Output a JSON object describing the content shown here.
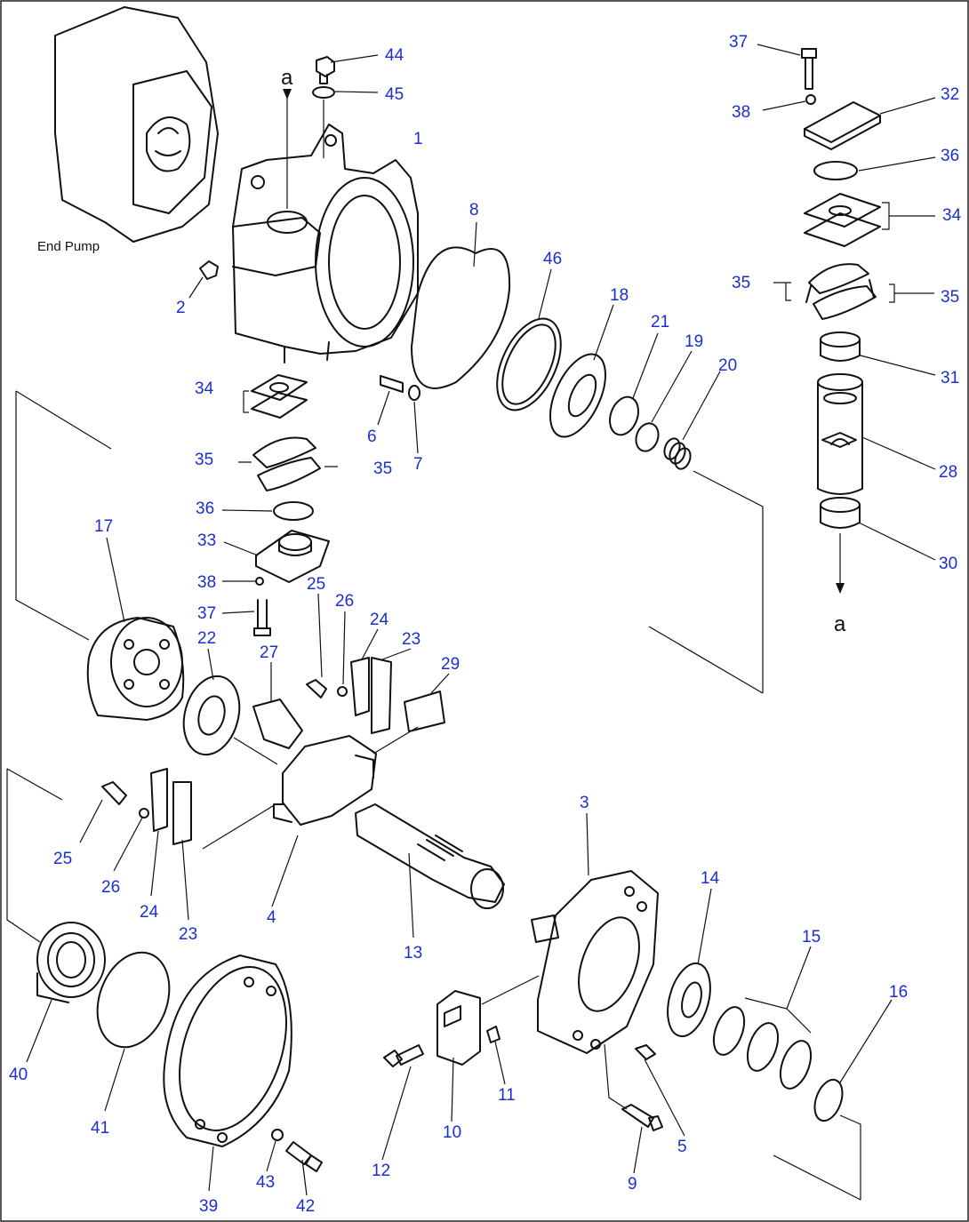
{
  "background_label": "End Pump",
  "section_marker": "a",
  "colors": {
    "callout": "#1a2fd0",
    "line": "#111111",
    "background": "#ffffff"
  },
  "callouts": [
    "1",
    "2",
    "3",
    "4",
    "5",
    "6",
    "7",
    "8",
    "9",
    "10",
    "11",
    "12",
    "13",
    "14",
    "15",
    "16",
    "17",
    "18",
    "19",
    "20",
    "21",
    "22",
    "23",
    "24",
    "25",
    "26",
    "27",
    "28",
    "29",
    "30",
    "31",
    "32",
    "33",
    "34",
    "35",
    "36",
    "37",
    "38",
    "39",
    "40",
    "41",
    "42",
    "43",
    "44",
    "45",
    "46"
  ],
  "callouts_repeat": [
    "23",
    "24",
    "25",
    "26",
    "34",
    "35",
    "35",
    "35",
    "36",
    "37",
    "38"
  ]
}
